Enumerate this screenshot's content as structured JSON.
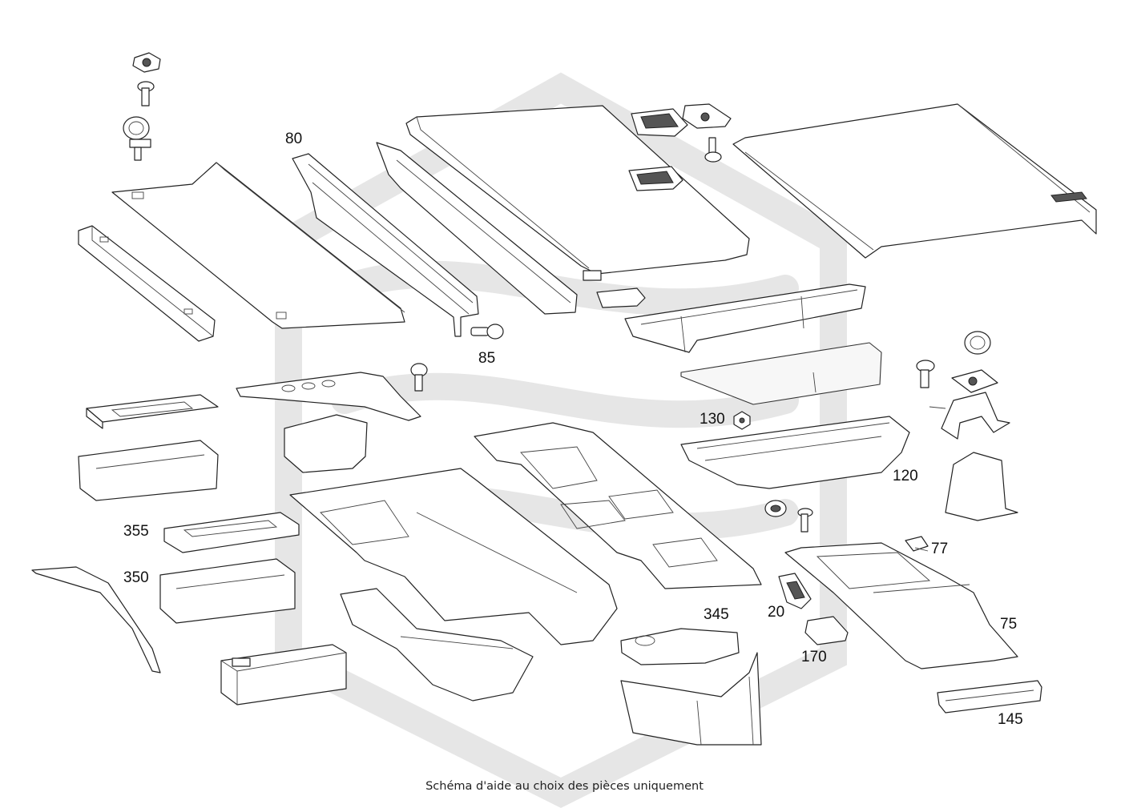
{
  "caption": "Schéma d'aide au choix des pièces uniquement",
  "watermark_color": "#e6e6e6",
  "callouts": {
    "p80": "80",
    "p85": "85",
    "p130": "130",
    "p120": "120",
    "p355": "355",
    "p350": "350",
    "p77": "77",
    "p345": "345",
    "p20": "20",
    "p75": "75",
    "p170": "170",
    "p145": "145"
  }
}
